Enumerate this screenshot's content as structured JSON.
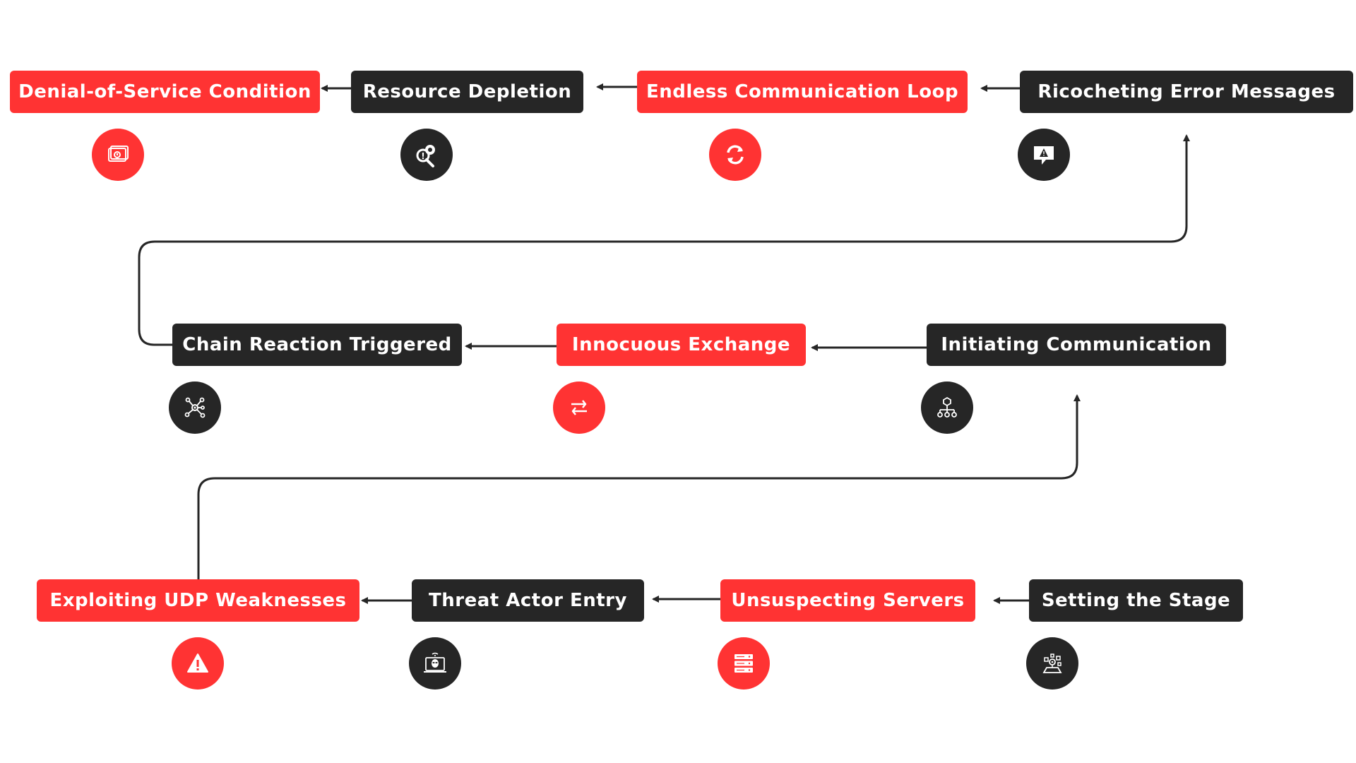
{
  "steps": [
    {
      "label": "Setting the Stage",
      "theme": "dark",
      "icon": "network-setup-icon"
    },
    {
      "label": "Unsuspecting Servers",
      "theme": "red",
      "icon": "server-stack-icon"
    },
    {
      "label": "Threat Actor Entry",
      "theme": "dark",
      "icon": "alien-laptop-icon"
    },
    {
      "label": "Exploiting UDP Weaknesses",
      "theme": "red",
      "icon": "warning-triangle-icon"
    },
    {
      "label": "Initiating Communication",
      "theme": "dark",
      "icon": "hierarchy-network-icon"
    },
    {
      "label": "Innocuous Exchange",
      "theme": "red",
      "icon": "exchange-arrows-icon"
    },
    {
      "label": "Chain Reaction Triggered",
      "theme": "dark",
      "icon": "hub-nodes-icon"
    },
    {
      "label": "Ricocheting Error Messages",
      "theme": "dark",
      "icon": "alert-message-icon"
    },
    {
      "label": "Endless Communication Loop",
      "theme": "red",
      "icon": "refresh-loop-icon"
    },
    {
      "label": "Resource Depletion",
      "theme": "dark",
      "icon": "gear-search-icon"
    },
    {
      "label": "Denial-of-Service Condition",
      "theme": "red",
      "icon": "blocked-window-icon"
    }
  ],
  "colors": {
    "red": "#ff3333",
    "dark": "#262626",
    "line": "#262626",
    "background": "#ffffff"
  }
}
